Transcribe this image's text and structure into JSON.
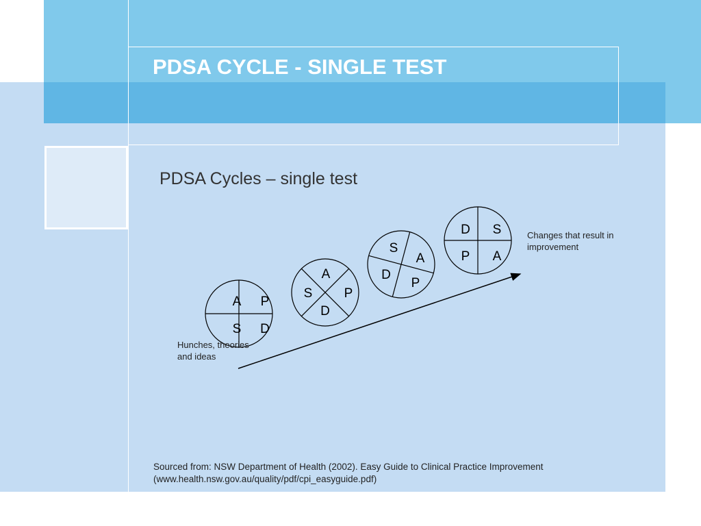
{
  "slide": {
    "title": "PDSA CYCLE - SINGLE TEST",
    "subtitle": "PDSA Cycles – single test",
    "start_caption": "Hunches, theories and ideas",
    "end_caption": "Changes that result in improvement",
    "source_line1": "Sourced from: NSW Department of Health (2002). Easy Guide to Clinical Practice Improvement",
    "source_line2": "(www.health.nsw.gov.au/quality/pdf/cpi_easyguide.pdf)"
  },
  "cycles": [
    {
      "labels": [
        "A",
        "P",
        "D",
        "S"
      ]
    },
    {
      "labels": [
        "A",
        "P",
        "D",
        "S"
      ]
    },
    {
      "labels": [
        "S",
        "A",
        "P",
        "D"
      ]
    },
    {
      "labels": [
        "D",
        "S",
        "A",
        "P"
      ]
    }
  ],
  "colors": {
    "header": "#80c9eb",
    "band": "#60b6e4",
    "background": "#c4dcf3",
    "title_text": "#ffffff"
  }
}
